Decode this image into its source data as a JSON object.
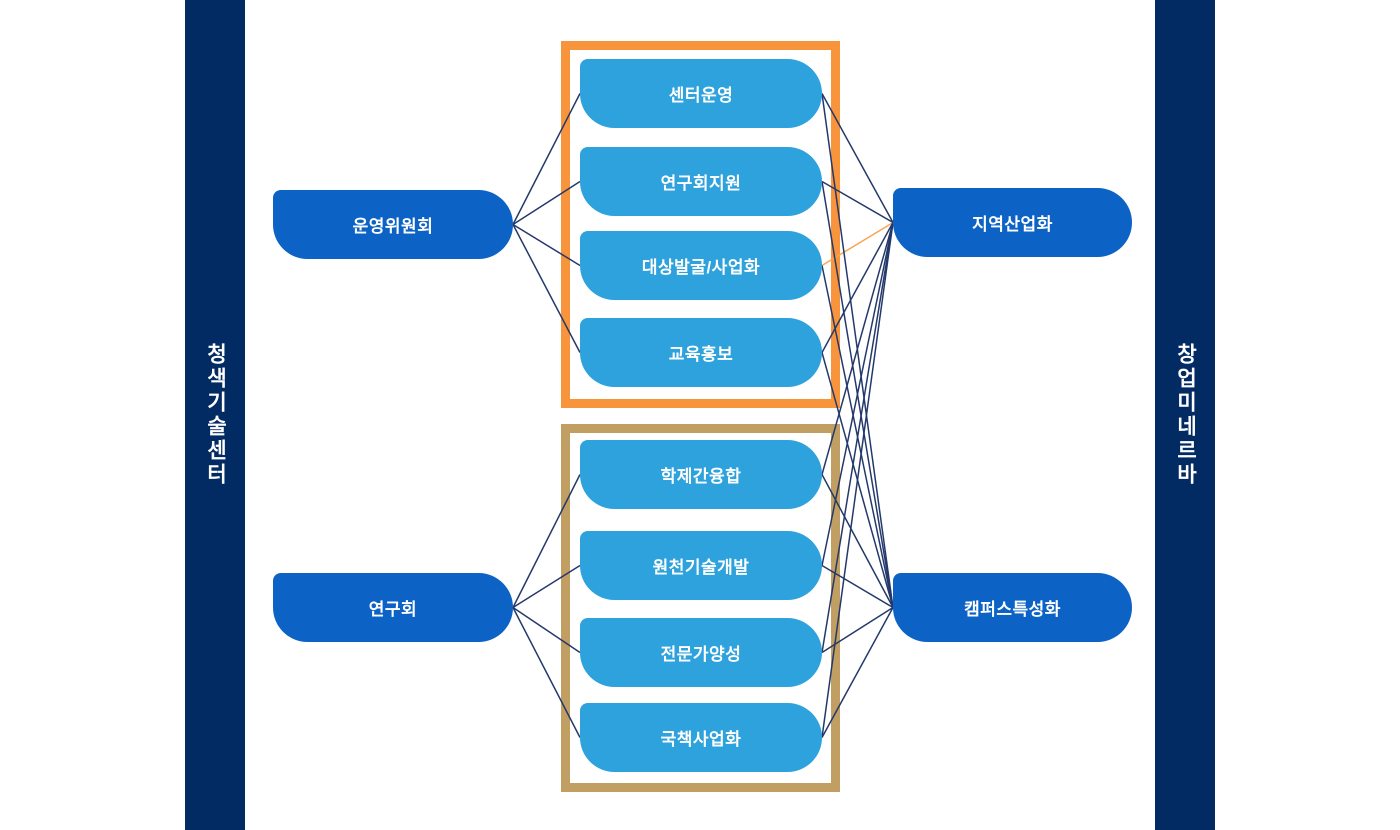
{
  "colors": {
    "sidebar_navy": "#022A63",
    "primary_blue": "#0C63C5",
    "light_blue": "#2EA2DD",
    "orange_border": "#F8943C",
    "tan_border": "#C19E62",
    "line_navy": "#24396B",
    "line_orange": "#F9A553",
    "text_white": "#FFFFFF"
  },
  "left_sidebar": {
    "label": "청색기술센터"
  },
  "right_sidebar": {
    "label": "창업미네르바"
  },
  "diagram": {
    "left_nodes": [
      {
        "id": "committee",
        "label": "운영위원회"
      },
      {
        "id": "research",
        "label": "연구회"
      }
    ],
    "top_group_nodes": [
      {
        "id": "centerops",
        "label": "센터운영"
      },
      {
        "id": "researchsupport",
        "label": "연구회지원"
      },
      {
        "id": "discovery",
        "label": "대상발굴/사업화"
      },
      {
        "id": "education",
        "label": "교육홍보"
      }
    ],
    "bottom_group_nodes": [
      {
        "id": "interdisciplinary",
        "label": "학제간융합"
      },
      {
        "id": "coretech",
        "label": "원천기술개발"
      },
      {
        "id": "experts",
        "label": "전문가양성"
      },
      {
        "id": "national",
        "label": "국책사업화"
      }
    ],
    "right_nodes": [
      {
        "id": "regional",
        "label": "지역산업화"
      },
      {
        "id": "campus",
        "label": "캠퍼스특성화"
      }
    ],
    "edges": [
      {
        "from": "committee",
        "to": "centerops"
      },
      {
        "from": "committee",
        "to": "researchsupport"
      },
      {
        "from": "committee",
        "to": "discovery"
      },
      {
        "from": "committee",
        "to": "education"
      },
      {
        "from": "research",
        "to": "interdisciplinary"
      },
      {
        "from": "research",
        "to": "coretech"
      },
      {
        "from": "research",
        "to": "experts"
      },
      {
        "from": "research",
        "to": "national"
      },
      {
        "from": "centerops",
        "to": "regional"
      },
      {
        "from": "researchsupport",
        "to": "regional"
      },
      {
        "from": "discovery",
        "to": "regional",
        "color": "orange"
      },
      {
        "from": "education",
        "to": "regional"
      },
      {
        "from": "interdisciplinary",
        "to": "regional"
      },
      {
        "from": "coretech",
        "to": "regional"
      },
      {
        "from": "experts",
        "to": "regional"
      },
      {
        "from": "national",
        "to": "regional"
      },
      {
        "from": "centerops",
        "to": "campus"
      },
      {
        "from": "researchsupport",
        "to": "campus"
      },
      {
        "from": "discovery",
        "to": "campus"
      },
      {
        "from": "education",
        "to": "campus"
      },
      {
        "from": "interdisciplinary",
        "to": "campus"
      },
      {
        "from": "coretech",
        "to": "campus"
      },
      {
        "from": "experts",
        "to": "campus"
      },
      {
        "from": "national",
        "to": "campus"
      }
    ]
  }
}
